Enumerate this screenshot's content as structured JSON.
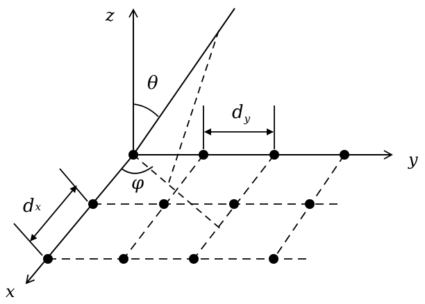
{
  "labels": {
    "z": "z",
    "y": "y",
    "x": "x",
    "theta": "θ",
    "phi": "φ",
    "dy_main": "d",
    "dy_sub": "y",
    "dx_main": "d",
    "dx_sub": "x"
  },
  "colors": {
    "ink": "#000000",
    "background": "#ffffff"
  }
}
